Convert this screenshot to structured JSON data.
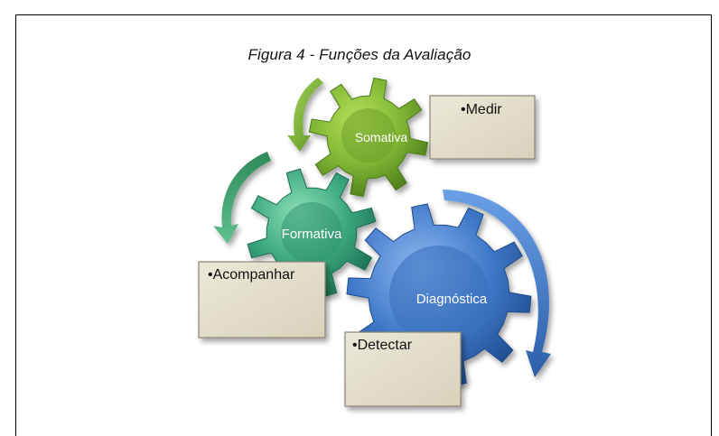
{
  "figure": {
    "caption": "Figura 4 - Funções da Avaliação"
  },
  "gears": {
    "somativa": {
      "label": "Somativa",
      "color": "#7fb533"
    },
    "formativa": {
      "label": "Formativa",
      "color": "#3aa77e"
    },
    "diagnostica": {
      "label": "Diagnóstica",
      "color": "#3f78c9"
    }
  },
  "boxes": {
    "medir": "•Medir",
    "acompanhar": "•Acompanhar",
    "detectar": "•Detectar"
  }
}
